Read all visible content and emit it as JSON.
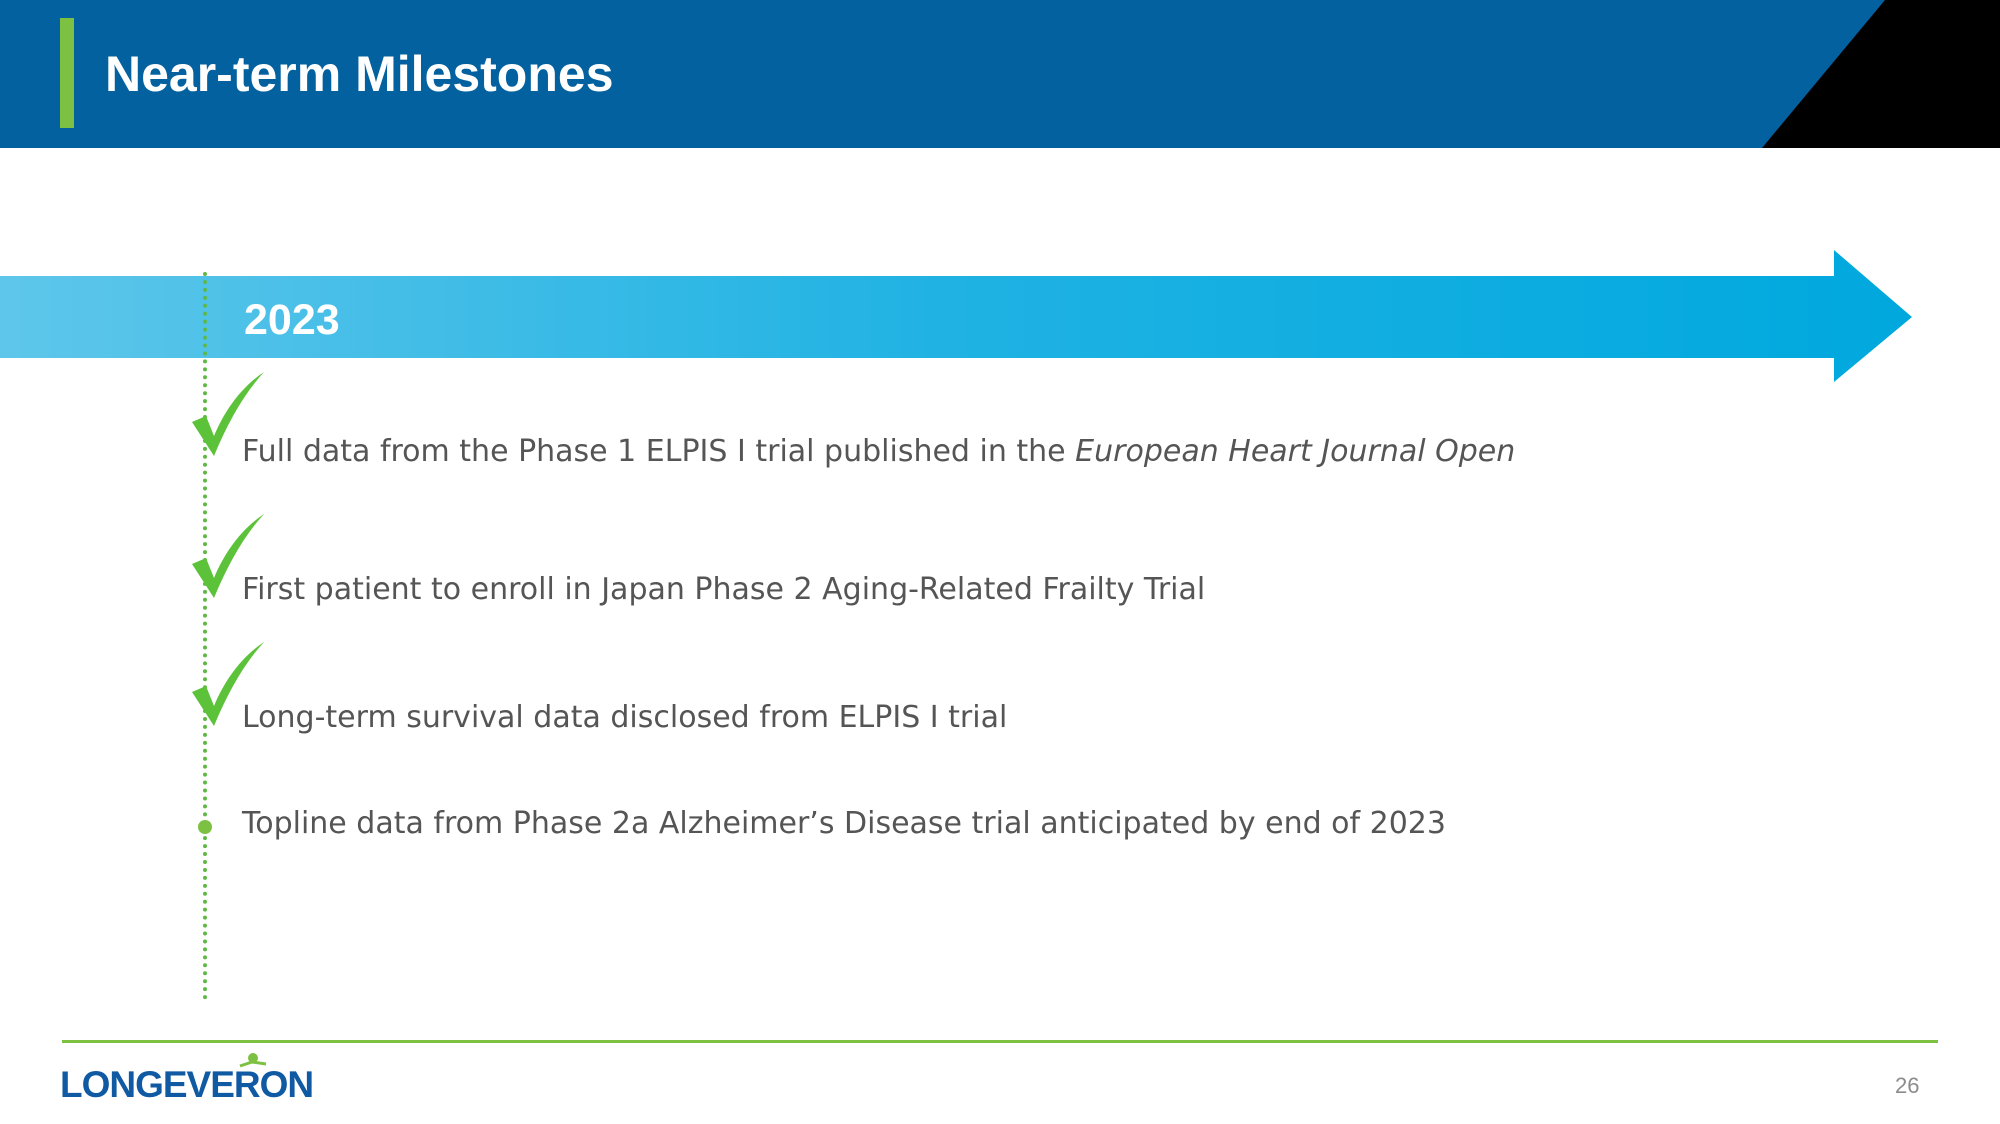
{
  "header": {
    "title": "Near-term Milestones"
  },
  "timeline": {
    "year": "2023",
    "milestones": [
      {
        "text": "Full data from the Phase 1 ELPIS I trial published in the ",
        "text_italic": "European Heart Journal Open",
        "status": "completed",
        "icon": "checkmark-icon"
      },
      {
        "text": "First patient to enroll in Japan Phase 2 Aging-Related Frailty Trial",
        "status": "completed",
        "icon": "checkmark-icon"
      },
      {
        "text": "Long-term survival data disclosed from ELPIS I trial",
        "status": "completed",
        "icon": "checkmark-icon"
      },
      {
        "text": "Topline data from Phase 2a Alzheimer’s Disease trial anticipated by end of 2023",
        "status": "pending",
        "icon": "bullet-dot-icon"
      }
    ]
  },
  "footer": {
    "logo_text": "LONGEVERON",
    "page_number": "26"
  },
  "colors": {
    "header_blue": "#03619f",
    "accent_green": "#7dc142",
    "arrow_light": "#5ec6ea",
    "arrow_dark": "#00a8de",
    "check_green": "#5cc23a",
    "logo_blue": "#0f5aa2"
  }
}
